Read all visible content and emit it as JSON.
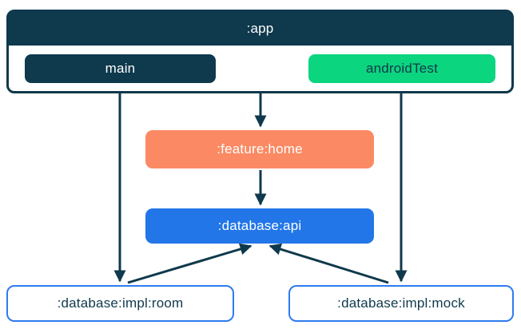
{
  "diagram": {
    "type": "module-dependency-graph",
    "nodes": {
      "app": {
        "label": ":app"
      },
      "main": {
        "label": "main"
      },
      "android_test": {
        "label": "androidTest"
      },
      "feature_home": {
        "label": ":feature:home"
      },
      "database_api": {
        "label": ":database:api"
      },
      "database_impl_room": {
        "label": ":database:impl:room"
      },
      "database_impl_mock": {
        "label": ":database:impl:mock"
      }
    },
    "edges": [
      {
        "from": "main",
        "to": ":database:impl:room"
      },
      {
        "from": ":app",
        "to": ":feature:home"
      },
      {
        "from": ":feature:home",
        "to": ":database:api"
      },
      {
        "from": "androidTest",
        "to": ":database:impl:mock"
      },
      {
        "from": ":database:impl:room",
        "to": ":database:api"
      },
      {
        "from": ":database:impl:mock",
        "to": ":database:api"
      }
    ],
    "colors": {
      "navy": "#0f394c",
      "green": "#0bd57f",
      "salmon": "#fb8a64",
      "blue": "#2276e8",
      "box_border_blue": "#2f7bf0",
      "background": "#ffffff",
      "arrow": "#0f394c"
    }
  }
}
